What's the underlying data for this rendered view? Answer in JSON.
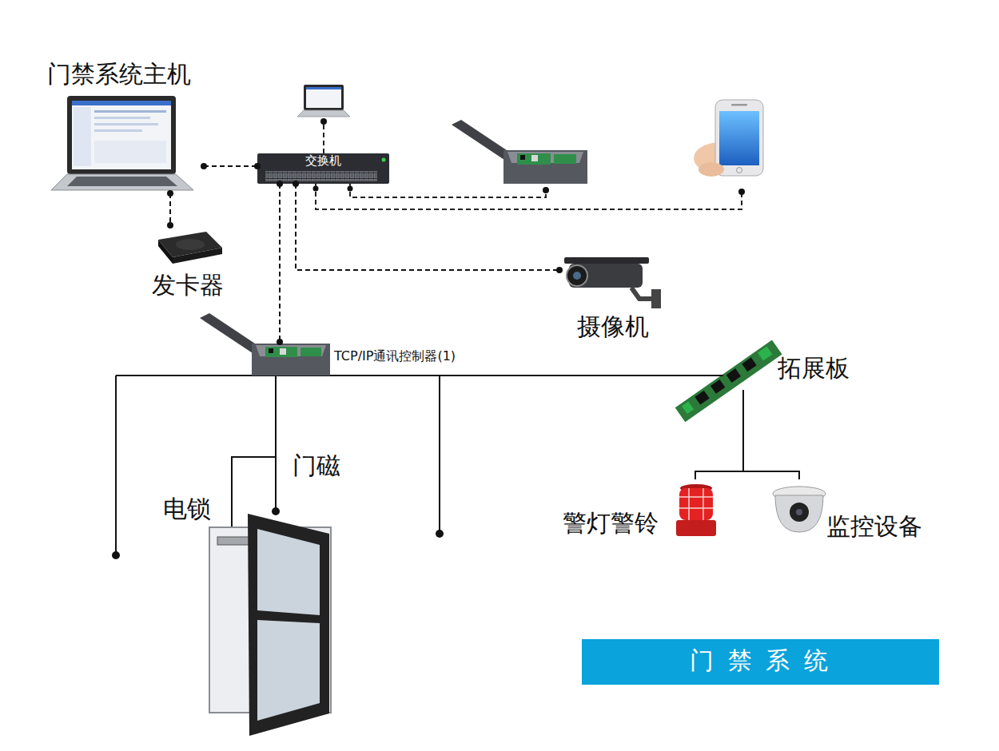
{
  "diagram": {
    "nodes": [
      {
        "text": [
          "门禁系统主机"
        ]
      },
      {
        "text": [
          "交换机"
        ]
      },
      {
        "text": [
          "发卡器"
        ]
      },
      {
        "text": [
          "摄像机"
        ]
      },
      {
        "text": [
          "TCP/IP通讯控制器(1)"
        ]
      },
      {
        "text": [
          "拓展板"
        ]
      },
      {
        "text": [
          "警灯警铃"
        ]
      },
      {
        "text": [
          "监控设备"
        ]
      },
      {
        "text": [
          "门 禁 系 统"
        ]
      }
    ],
    "edges": [
      {
        "from": 0,
        "to": 1,
        "arrow": "none"
      },
      {
        "from": 0,
        "to": 2,
        "arrow": "none"
      },
      {
        "from": 1,
        "to": 4,
        "arrow": "none"
      },
      {
        "from": 1,
        "to": 3,
        "arrow": "none"
      },
      {
        "from": 4,
        "to": 5,
        "arrow": "none"
      },
      {
        "from": 5,
        "to": 6,
        "arrow": "none"
      },
      {
        "from": 5,
        "to": 7,
        "arrow": "none"
      }
    ],
    "labels": [
      "门磁",
      "电锁"
    ]
  }
}
